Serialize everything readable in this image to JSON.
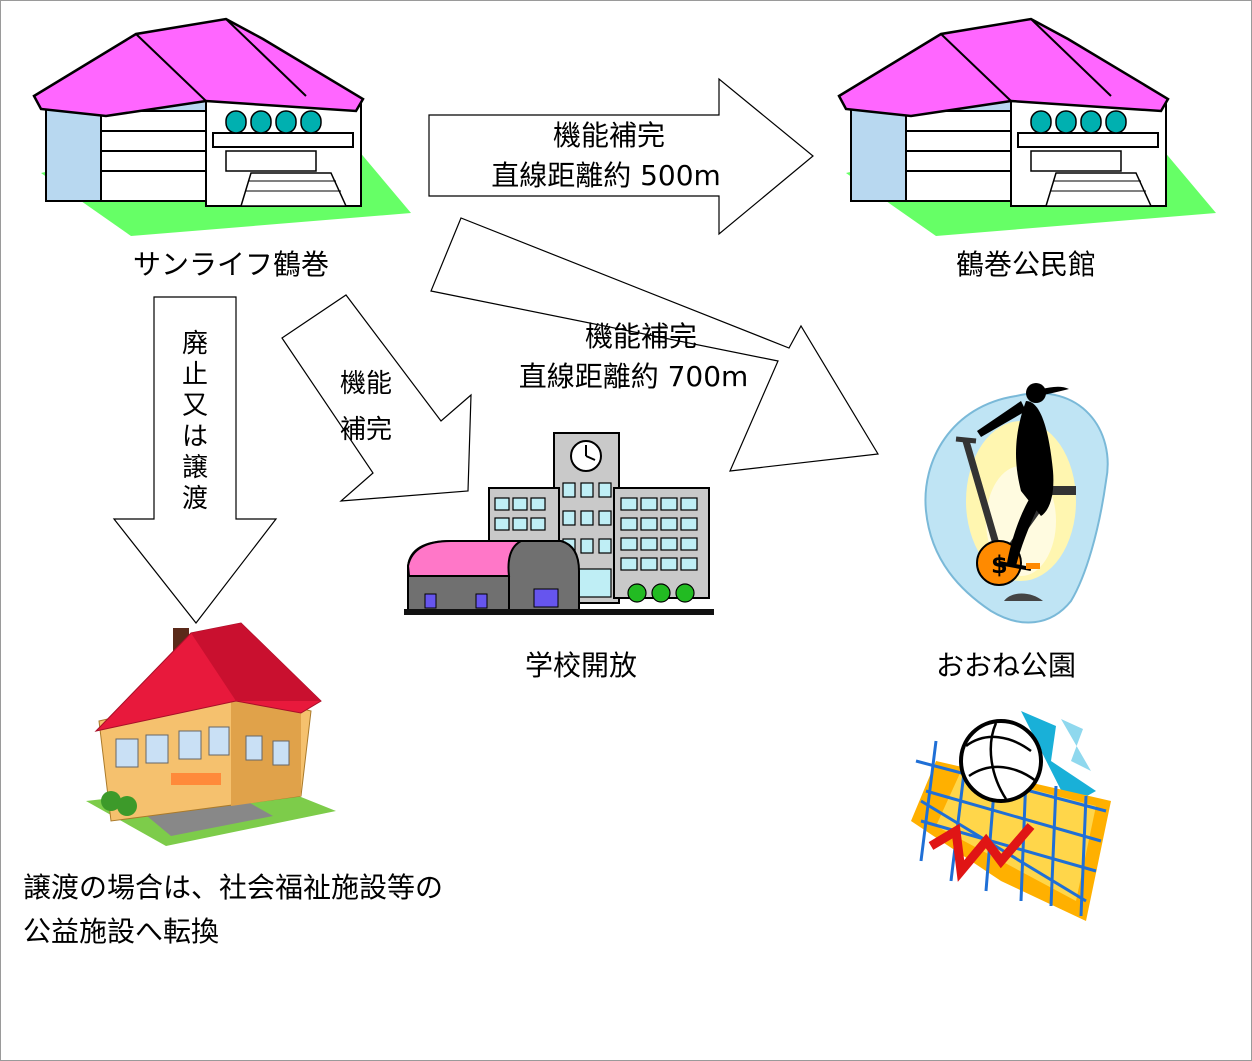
{
  "nodes": {
    "source": {
      "label": "サンライフ鶴巻"
    },
    "kominkan": {
      "label": "鶴巻公民館"
    },
    "school": {
      "label": "学校開放"
    },
    "park": {
      "label": "おおね公園"
    },
    "welfare": {
      "label_line1": "譲渡の場合は、社会福祉施設等の",
      "label_line2": "公益施設へ転換"
    }
  },
  "arrows": {
    "to_kominkan": {
      "line1": "機能補完",
      "line2": "直線距離約 500m"
    },
    "to_park": {
      "line1": "機能補完",
      "line2": "直線距離約 700m"
    },
    "to_school": {
      "line1": "機能",
      "line2": "補完"
    },
    "to_welfare": {
      "chars": [
        "廃",
        "止",
        "又",
        "は",
        "譲",
        "渡"
      ]
    }
  },
  "colors": {
    "roof_pink": "#ff66ff",
    "lawn_green": "#66ff66",
    "house_roof_red": "#e8193c",
    "school_roof_pink": "#ff77c8"
  }
}
